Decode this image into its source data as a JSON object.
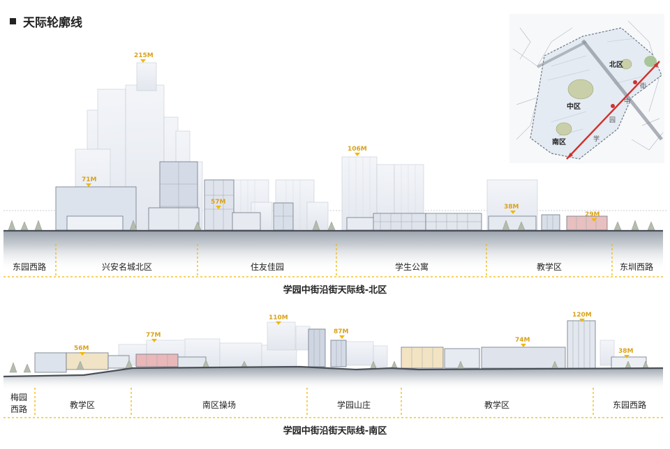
{
  "heading": "天际轮廓线",
  "map": {
    "north": "北区",
    "middle": "中区",
    "south": "南区",
    "street_chars": [
      "街",
      "中",
      "园",
      "学"
    ]
  },
  "north_section": {
    "caption": "学园中街沿街天际线-北区",
    "heights": [
      "215M",
      "71M",
      "57M",
      "106M",
      "38M",
      "29M"
    ],
    "zones": [
      "东园西路",
      "兴安名城北区",
      "住友佳园",
      "学生公寓",
      "教学区",
      "东圳西路"
    ]
  },
  "south_section": {
    "caption": "学园中街沿街天际线-南区",
    "heights": [
      "56M",
      "77M",
      "110M",
      "87M",
      "74M",
      "120M",
      "38M"
    ],
    "zones": [
      "梅园",
      "西路",
      "教学区",
      "南区操场",
      "学园山庄",
      "教学区",
      "东园西路"
    ]
  },
  "colors": {
    "accent_yellow": "#f2b800",
    "tag_text": "#d9a21a",
    "axis_red": "#d0312d",
    "ground": "#4a4f57"
  }
}
